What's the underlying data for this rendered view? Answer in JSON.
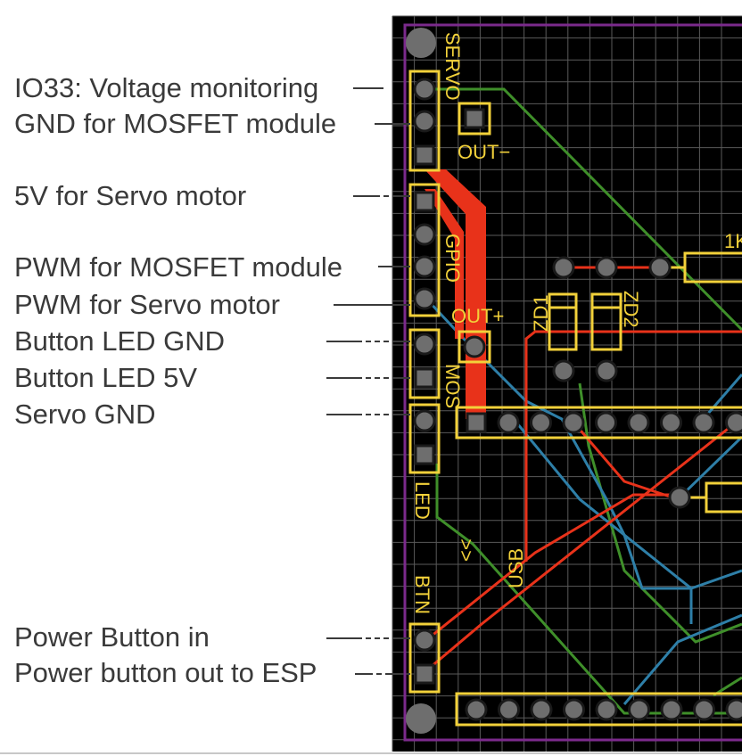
{
  "annotations": [
    {
      "id": "io33",
      "label": "IO33: Voltage monitoring"
    },
    {
      "id": "gnd-mosfet",
      "label": "GND for MOSFET module"
    },
    {
      "id": "5v-servo",
      "label": "5V for Servo motor"
    },
    {
      "id": "pwm-mosfet",
      "label": "PWM for MOSFET module"
    },
    {
      "id": "pwm-servo",
      "label": "PWM for Servo motor"
    },
    {
      "id": "btn-led-gnd",
      "label": "Button LED GND"
    },
    {
      "id": "btn-led-5v",
      "label": "Button LED 5V"
    },
    {
      "id": "servo-gnd",
      "label": "Servo GND"
    },
    {
      "id": "power-btn-in",
      "label": "Power Button in"
    },
    {
      "id": "power-btn-out",
      "label": "Power button out to ESP"
    }
  ],
  "silkscreen": {
    "servo": "SERVO",
    "out_minus": "OUT−",
    "gpio": "GPIO",
    "out_plus": "OUT+",
    "zd1": "ZD1",
    "zd2": "ZD2",
    "mos": "MOS",
    "led": "LED",
    "usb": "USB",
    "usb_arrows": "<<",
    "btn": "BTN",
    "resistor_1k": "1K"
  },
  "colors": {
    "board": "#000000",
    "grid": "#5a5a5a",
    "outline": "#7b2a8c",
    "silk": "#f2d13a",
    "trace_red": "#e8321a",
    "trace_green": "#3f8f2a",
    "trace_blue": "#2e7fa8",
    "pad": "#6e6e6e",
    "annotation_text": "#3a3a3a"
  }
}
